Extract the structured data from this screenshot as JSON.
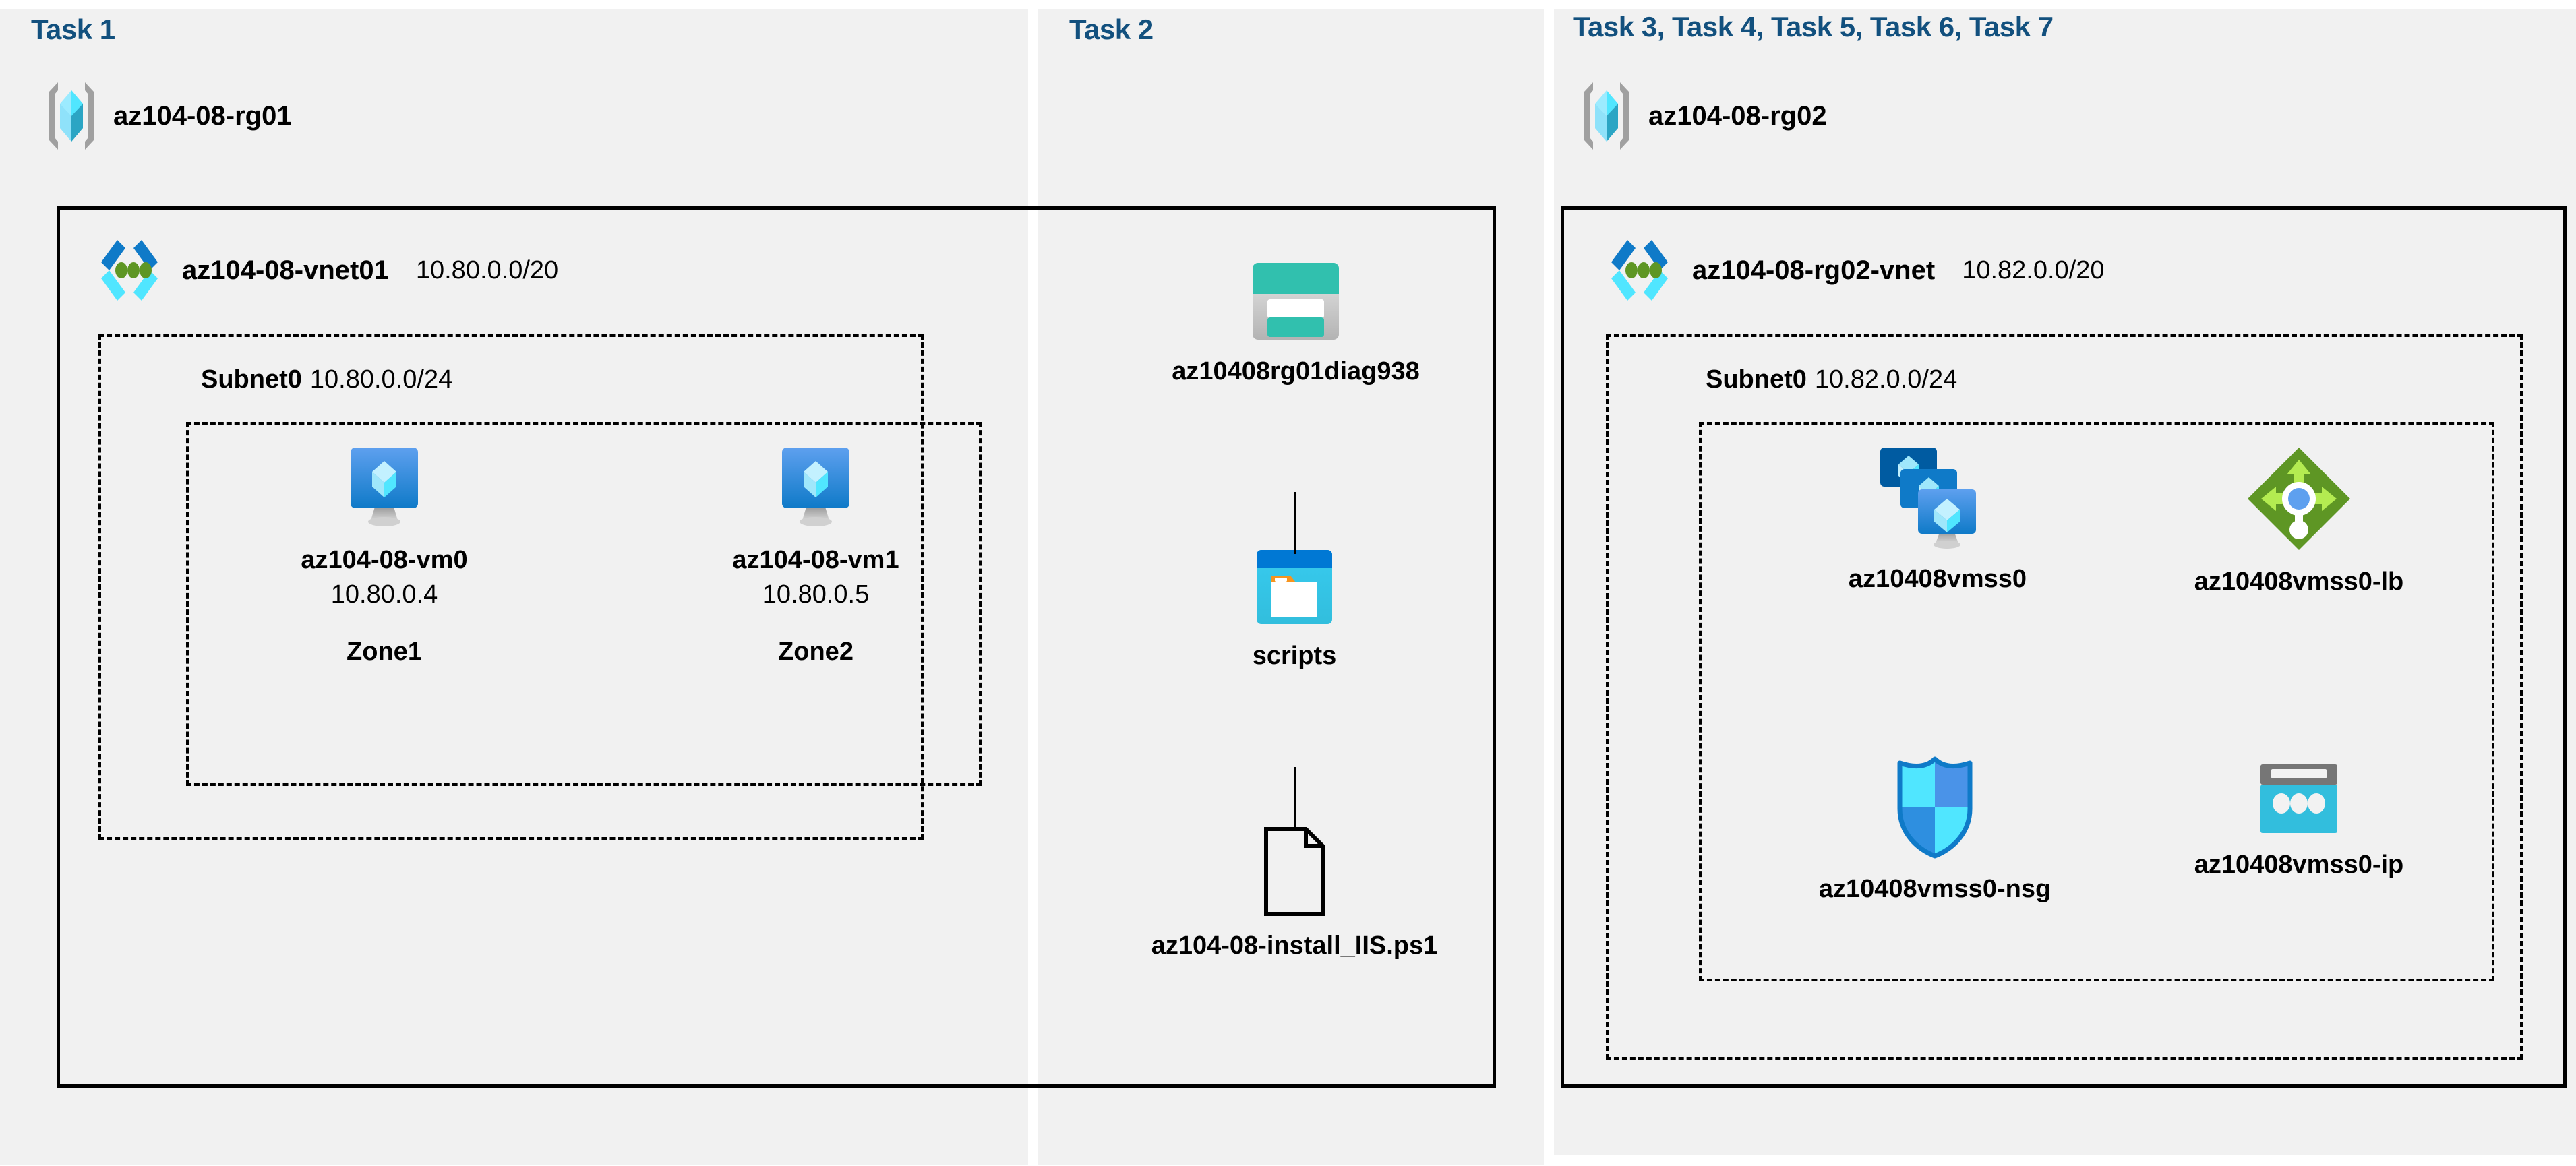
{
  "diagram": {
    "title": "Azure AZ-104 Lab 08 architecture",
    "background": "#ffffff",
    "panel_background": "#f1f1f1",
    "heading_color": "#12507e",
    "border_color": "#000000"
  },
  "columns": [
    {
      "id": "task1",
      "heading": "Task 1",
      "resource_group": {
        "name": "az104-08-rg01",
        "icon": "resource-group-icon"
      },
      "vnet": {
        "name": "az104-08-vnet01",
        "cidr": "10.80.0.0/20",
        "icon": "virtual-network-icon"
      },
      "subnet": {
        "name": "Subnet0",
        "cidr": "10.80.0.0/24"
      },
      "vms": [
        {
          "name": "az104-08-vm0",
          "ip": "10.80.0.4",
          "zone": "Zone1",
          "icon": "virtual-machine-icon"
        },
        {
          "name": "az104-08-vm1",
          "ip": "10.80.0.5",
          "zone": "Zone2",
          "icon": "virtual-machine-icon"
        }
      ]
    },
    {
      "id": "task2",
      "heading": "Task 2",
      "nodes": [
        {
          "name": "az10408rg01diag938",
          "icon": "storage-account-icon"
        },
        {
          "name": "scripts",
          "icon": "blob-container-icon"
        },
        {
          "name": "az104-08-install_IIS.ps1",
          "icon": "script-file-icon"
        }
      ]
    },
    {
      "id": "task37",
      "heading": "Task 3, Task 4, Task 5, Task 6, Task 7",
      "resource_group": {
        "name": "az104-08-rg02",
        "icon": "resource-group-icon"
      },
      "vnet": {
        "name": "az104-08-rg02-vnet",
        "cidr": "10.82.0.0/20",
        "icon": "virtual-network-icon"
      },
      "subnet": {
        "name": "Subnet0",
        "cidr": "10.82.0.0/24"
      },
      "resources": [
        {
          "name": "az10408vmss0",
          "icon": "vm-scale-set-icon"
        },
        {
          "name": "az10408vmss0-lb",
          "icon": "load-balancer-icon"
        },
        {
          "name": "az10408vmss0-nsg",
          "icon": "network-security-group-icon"
        },
        {
          "name": "az10408vmss0-ip",
          "icon": "public-ip-address-icon"
        }
      ]
    }
  ],
  "colors": {
    "azure_blue": "#0078d4",
    "azure_light_blue": "#50e6ff",
    "azure_cyan": "#32bedd",
    "teal": "#31c0ae",
    "teal_dark": "#1f8a7d",
    "green_diamond": "#5e9624",
    "green_arrow": "#b4ec51",
    "grey": "#767676",
    "orange": "#f7941e"
  }
}
